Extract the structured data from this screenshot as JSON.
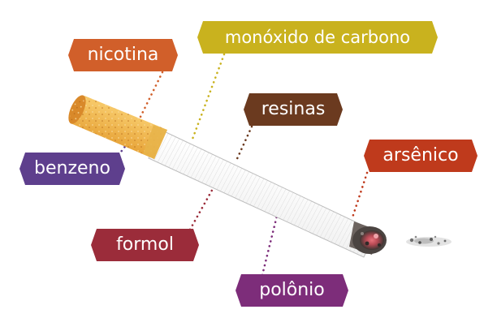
{
  "labels": {
    "nicotina": "nicotina",
    "monoxido": "monóxido de carbono",
    "resinas": "resinas",
    "benzeno": "benzeno",
    "arsenico": "arsênico",
    "formol": "formol",
    "polonio": "polônio"
  },
  "colors": {
    "nicotina": "#d15f2a",
    "monoxido": "#c9b21e",
    "resinas": "#6b3a1f",
    "benzeno": "#5e3f8d",
    "arsenico": "#bf3a1c",
    "formol": "#9b2c3a",
    "polonio": "#7d2d7a",
    "filter": "#e4a537",
    "paper": "#f2f2f2",
    "ember": "#5a4f4b"
  }
}
